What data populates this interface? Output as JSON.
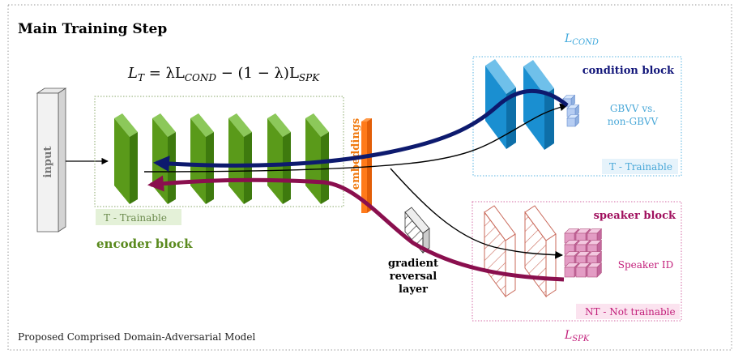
{
  "title": "Main Training Step",
  "caption": "Proposed Comprised Domain-Adversarial Model",
  "loss_equation": {
    "lhs": "L",
    "lhs_sub": "T",
    "eq": " = λL",
    "cond_sub": "COND",
    "mid": " − (1 − λ)L",
    "spk_sub": "SPK"
  },
  "input_label": "input",
  "encoder": {
    "label": "encoder block",
    "trainable_tag": "T - Trainable",
    "color": "#5a9a1a"
  },
  "embeddings_label": "embeddings",
  "gradient_reversal": {
    "line1": "gradient",
    "line2": "reversal",
    "line3": "layer"
  },
  "condition_block": {
    "label": "condition block",
    "loss_main": "L",
    "loss_sub": "COND",
    "output_line1": "GBVV vs.",
    "output_line2": "non-GBVV",
    "trainable_tag": "T - Trainable",
    "color": "#1a8fd1",
    "arrow_color": "#0d1a6e"
  },
  "speaker_block": {
    "label": "speaker block",
    "loss_main": "L",
    "loss_sub": "SPK",
    "output_label": "Speaker ID",
    "trainable_tag": "NT - Not trainable",
    "color": "#c21e7a",
    "arrow_color": "#8a0f4e"
  }
}
